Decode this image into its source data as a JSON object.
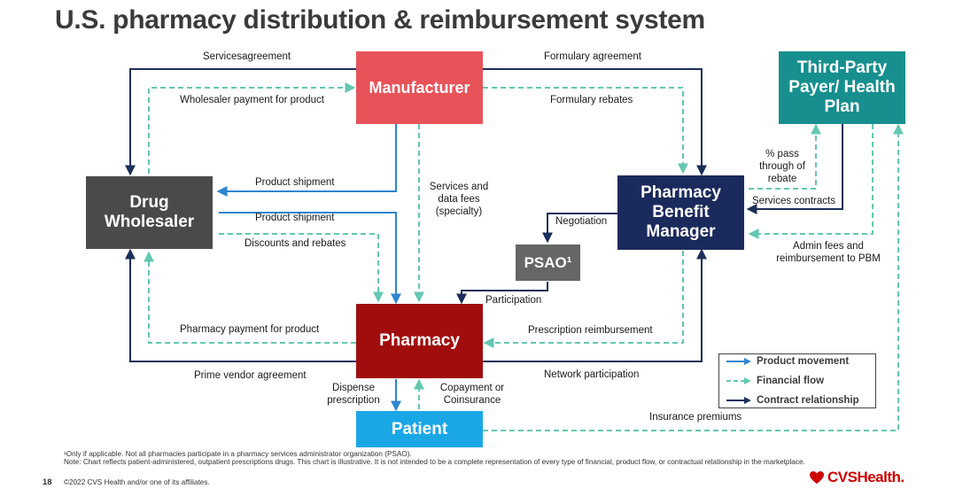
{
  "title": "U.S. pharmacy distribution & reimbursement system",
  "nodes": {
    "manufacturer": "Manufacturer",
    "wholesaler": "Drug Wholesaler",
    "pbm": "Pharmacy Benefit Manager",
    "payer": "Third-Party Payer/ Health Plan",
    "psao": "PSAO¹",
    "pharmacy": "Pharmacy",
    "patient": "Patient"
  },
  "colors": {
    "product": "#2e86d1",
    "financial": "#63c7b2",
    "contract": "#1b2f5a",
    "manufacturer": "#e8535a",
    "wholesaler": "#4a4a4a",
    "pbm": "#1b2a5c",
    "payer": "#178f8f",
    "psao": "#666666",
    "pharmacy": "#a10d0d",
    "patient": "#1aa7e6"
  },
  "labels": {
    "services_agreement": "Servicesagreement",
    "wholesaler_payment": "Wholesaler payment for product",
    "formulary_agreement": "Formulary agreement",
    "formulary_rebates": "Formulary rebates",
    "product_shipment_1": "Product shipment",
    "product_shipment_2": "Product shipment",
    "discounts_rebates": "Discounts and rebates",
    "services_fees": "Services and data fees (specialty)",
    "pass_through": "% pass through of rebate",
    "services_contracts": "Services contracts",
    "admin_fees": "Admin fees and reimbursement to PBM",
    "negotiation": "Negotiation",
    "participation": "Participation",
    "pharmacy_payment": "Pharmacy payment for product",
    "prescription_reimbursement": "Prescription reimbursement",
    "prime_vendor": "Prime vendor agreement",
    "network_participation": "Network participation",
    "dispense": "Dispense prescription",
    "copayment": "Copayment or Coinsurance",
    "insurance_premiums": "Insurance premiums"
  },
  "legend": {
    "product": "Product movement",
    "financial": "Financial flow",
    "contract": "Contract relationship"
  },
  "footer": {
    "footnote_1": "¹Only if applicable.  Not all pharmacies participate in a pharmacy services administrator organization (PSAO).",
    "footnote_2": "Note: Chart reflects patient-administered, outpatient prescriptions drugs. This chart is illustrative.  It is not intended to be a complete representation of every type of financial, product flow, or contractual relationship in the marketplace.",
    "page_number": "18",
    "copyright": "©2022 CVS Health and/or one of its affiliates.",
    "logo_text": "CVSHealth."
  }
}
